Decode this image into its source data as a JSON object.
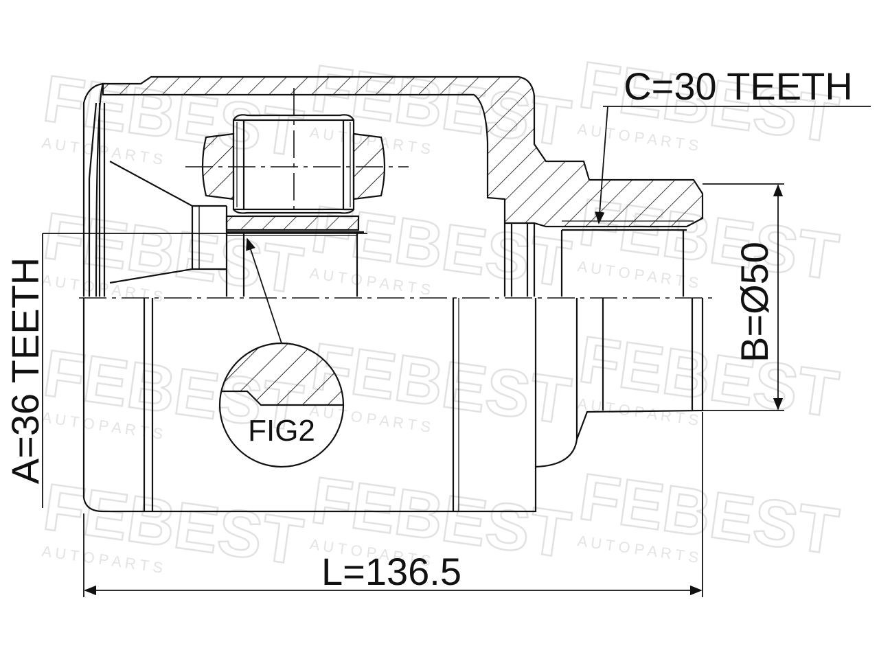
{
  "diagram": {
    "label_c": "C=30 TEETH",
    "label_a": "A=36 TEETH",
    "label_b": "B=Ø50",
    "label_l": "L=136.5",
    "label_fig": "FIG2"
  },
  "watermark": {
    "brand": "FEBEST",
    "sub": "A U T O   P A R T S"
  },
  "colors": {
    "line": "#111111",
    "watermark": "#e2e2e2"
  }
}
